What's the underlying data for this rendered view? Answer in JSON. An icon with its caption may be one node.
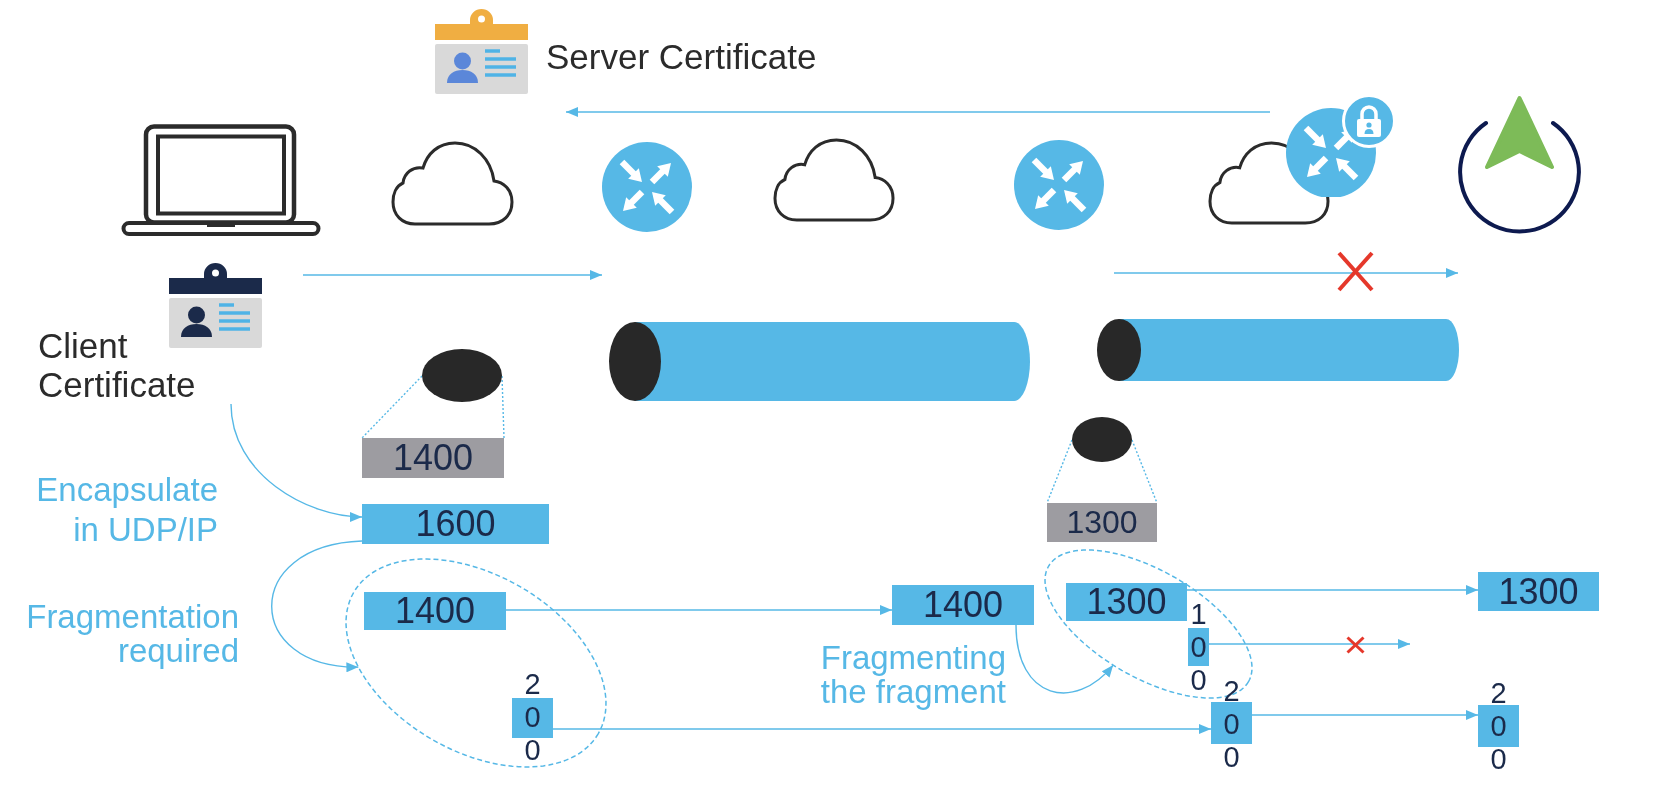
{
  "diagram": {
    "nodes": [
      {
        "text": [
          "Server Certificate"
        ]
      },
      {
        "text": [],
        "shape": "laptop"
      },
      {
        "text": [],
        "shape": "cloud"
      },
      {
        "text": [],
        "shape": "circle"
      },
      {
        "text": [],
        "shape": "cloud"
      },
      {
        "text": [],
        "shape": "circle"
      },
      {
        "text": [],
        "shape": "cloud"
      },
      {
        "text": [],
        "shape": "circle"
      },
      {
        "text": [],
        "shape": "circle"
      },
      {
        "text": [
          "Client Certificate"
        ]
      },
      {
        "text": [],
        "shape": "cylinder"
      },
      {
        "text": [],
        "shape": "cylinder"
      },
      {
        "text": [],
        "shape": "ellipse"
      },
      {
        "text": [
          "1400"
        ]
      },
      {
        "text": [],
        "shape": "ellipse"
      },
      {
        "text": [
          "1600"
        ]
      },
      {
        "text": [
          "1300"
        ]
      },
      {
        "text": [],
        "shape": "ellipse"
      },
      {
        "text": [
          "1400"
        ],
        "in": 17
      },
      {
        "text": [
          "200"
        ],
        "in": 17
      },
      {
        "text": [
          "1400"
        ]
      },
      {
        "text": [],
        "shape": "ellipse"
      },
      {
        "text": [
          "1300"
        ],
        "in": 21
      },
      {
        "text": [
          "100"
        ],
        "in": 21
      },
      {
        "text": [
          "1300"
        ]
      },
      {
        "text": [
          "200"
        ]
      },
      {
        "text": [
          "200"
        ]
      }
    ],
    "edges": [
      {
        "from": 9,
        "to": 15,
        "arrow": "to"
      },
      {
        "from": 15,
        "to": 17,
        "arrow": "to"
      },
      {
        "from": 12,
        "to": 13,
        "arrow": "none",
        "style": "dashed"
      },
      {
        "from": 12,
        "to": 13,
        "arrow": "none",
        "style": "dashed"
      },
      {
        "from": 14,
        "to": 16,
        "arrow": "none",
        "style": "dashed"
      },
      {
        "from": 14,
        "to": 16,
        "arrow": "none",
        "style": "dashed"
      },
      {
        "from": 18,
        "to": 20,
        "arrow": "to"
      },
      {
        "from": 19,
        "to": 25,
        "arrow": "to"
      },
      {
        "from": 20,
        "to": 21,
        "arrow": "to"
      },
      {
        "from": 22,
        "to": 24,
        "arrow": "to"
      },
      {
        "from": 23,
        "to": null,
        "arrow": "to"
      },
      {
        "from": 25,
        "to": 26,
        "arrow": "to"
      }
    ],
    "labels": [
      "Encapsulate in UDP/IP",
      "Fragmentation required",
      "Fragmenting the fragment"
    ]
  }
}
